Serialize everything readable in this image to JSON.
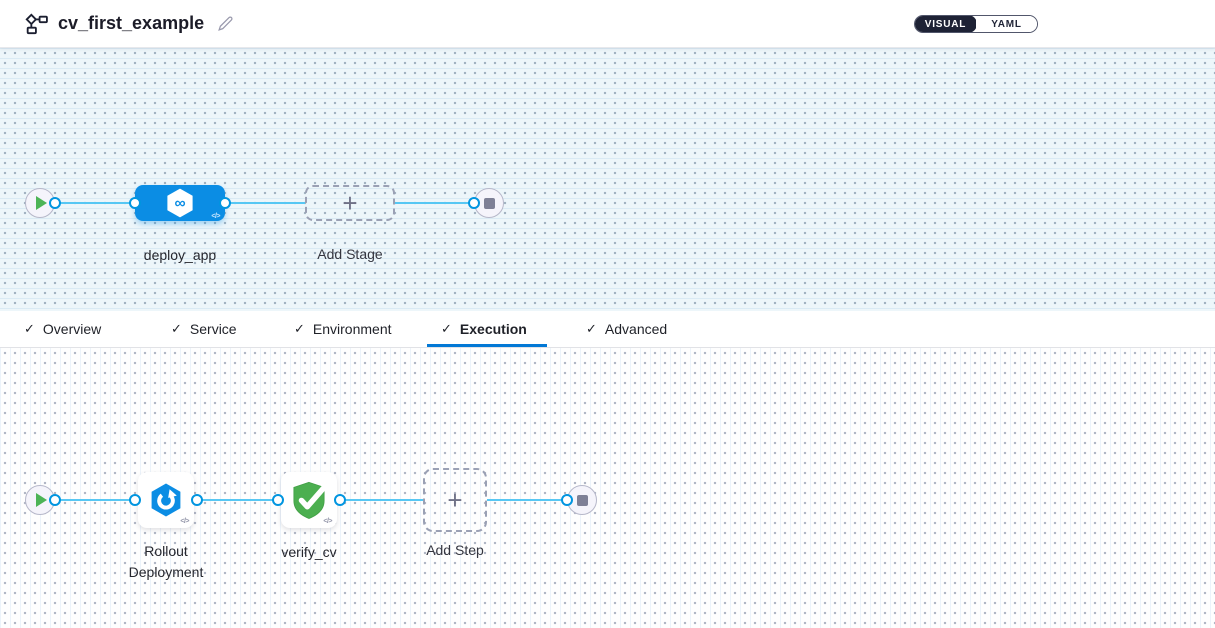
{
  "header": {
    "title": "cv_first_example",
    "mode_toggle": {
      "visual_label": "VISUAL",
      "yaml_label": "YAML",
      "active": "VISUAL"
    }
  },
  "pipeline": {
    "stages": [
      {
        "name": "deploy_app",
        "type": "cd-deployment-stage"
      }
    ],
    "add_stage_label": "Add Stage"
  },
  "stage_tabs": {
    "items": [
      {
        "label": "Overview",
        "checked": true,
        "active": false
      },
      {
        "label": "Service",
        "checked": true,
        "active": false
      },
      {
        "label": "Environment",
        "checked": true,
        "active": false
      },
      {
        "label": "Execution",
        "checked": true,
        "active": true
      },
      {
        "label": "Advanced",
        "checked": true,
        "active": false
      }
    ]
  },
  "execution": {
    "steps": [
      {
        "name": "Rollout Deployment",
        "type": "rollout-deployment"
      },
      {
        "name": "verify_cv",
        "type": "verify"
      }
    ],
    "add_step_label": "Add Step"
  },
  "icons": {
    "check_glyph": "✓",
    "plus_glyph": "+",
    "code_glyph": "</>",
    "infinity_glyph": "∞"
  },
  "colors": {
    "accent_blue": "#0b8de4",
    "connector_blue": "#57c7f3",
    "tab_underline_blue": "#0278d5",
    "verify_green": "#4caf50",
    "start_green": "#4db456",
    "toggle_dark": "#1e2235"
  }
}
